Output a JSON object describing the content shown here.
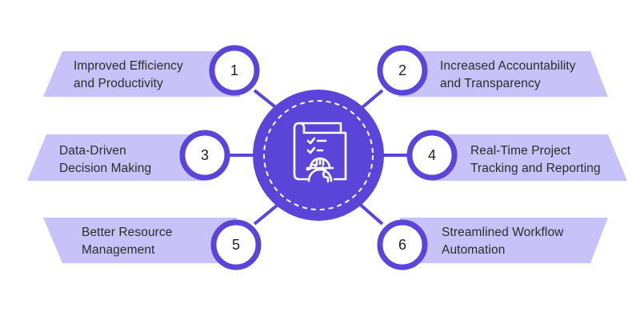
{
  "colors": {
    "banner": "#c7c2f7",
    "ring": "#5b45d9",
    "hub": "#5b45d9",
    "connector": "#5b45d9",
    "dash": "#ffffff",
    "icon": "#ffffff"
  },
  "center_icon": "construction-blueprint-helmet-gear-icon",
  "items": [
    {
      "number": "1",
      "line1": "Improved Efficiency",
      "line2": "and Productivity"
    },
    {
      "number": "2",
      "line1": "Increased Accountability",
      "line2": "and Transparency"
    },
    {
      "number": "3",
      "line1": "Data-Driven",
      "line2": "Decision Making"
    },
    {
      "number": "4",
      "line1": "Real-Time Project",
      "line2": "Tracking and Reporting"
    },
    {
      "number": "5",
      "line1": "Better Resource",
      "line2": "Management"
    },
    {
      "number": "6",
      "line1": "Streamlined Workflow",
      "line2": "Automation"
    }
  ]
}
